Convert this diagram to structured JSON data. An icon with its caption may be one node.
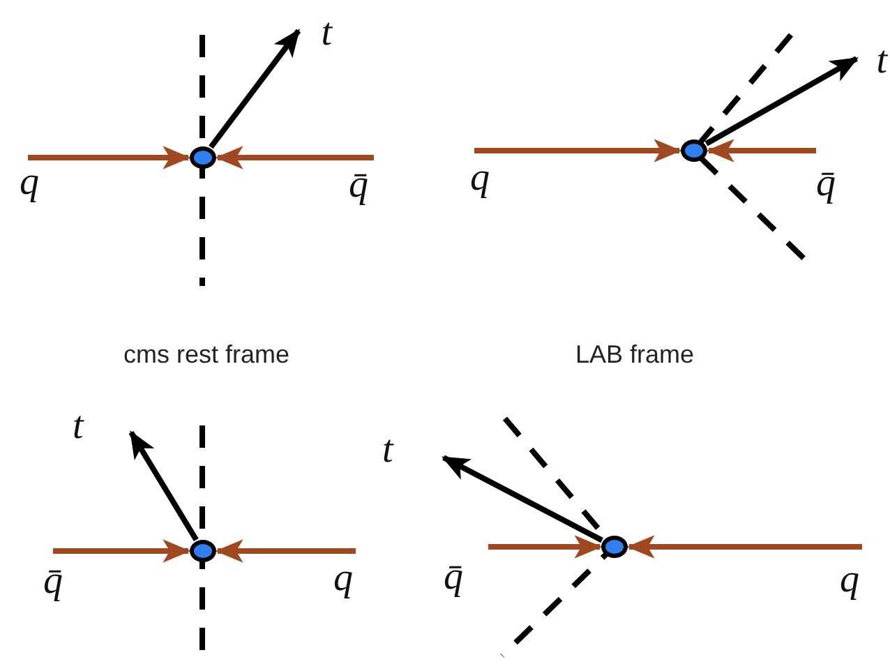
{
  "diagram": {
    "nodes": [
      {
        "text": [],
        "shape": "circle"
      },
      {
        "text": [
          "q"
        ]
      },
      {
        "text": [
          "q̄"
        ]
      },
      {
        "text": [
          "t"
        ]
      },
      {
        "text": [],
        "shape": "circle"
      },
      {
        "text": [
          "q"
        ]
      },
      {
        "text": [
          "q̄"
        ]
      },
      {
        "text": [
          "t"
        ]
      },
      {
        "text": [],
        "shape": "circle"
      },
      {
        "text": [
          "q̄"
        ]
      },
      {
        "text": [
          "q"
        ]
      },
      {
        "text": [
          "t"
        ]
      },
      {
        "text": [],
        "shape": "circle"
      },
      {
        "text": [
          "q̄"
        ]
      },
      {
        "text": [
          "q"
        ]
      },
      {
        "text": [
          "t"
        ]
      }
    ],
    "edges": [
      {
        "from": 1,
        "to": 0,
        "arrow": "to"
      },
      {
        "from": 2,
        "to": 0,
        "arrow": "to"
      },
      {
        "from": 0,
        "to": 3,
        "arrow": "to",
        "color": "#000000"
      },
      {
        "from": 5,
        "to": 4,
        "arrow": "to"
      },
      {
        "from": 6,
        "to": 4,
        "arrow": "to"
      },
      {
        "from": 4,
        "to": 7,
        "arrow": "to",
        "color": "#000000"
      },
      {
        "from": 9,
        "to": 8,
        "arrow": "to"
      },
      {
        "from": 10,
        "to": 8,
        "arrow": "to"
      },
      {
        "from": 8,
        "to": 11,
        "arrow": "to",
        "color": "#000000"
      },
      {
        "from": 13,
        "to": 12,
        "arrow": "to"
      },
      {
        "from": 14,
        "to": 12,
        "arrow": "to"
      },
      {
        "from": 12,
        "to": 15,
        "arrow": "to",
        "color": "#000000"
      }
    ],
    "labels": [
      "cms rest frame",
      "LAB frame"
    ]
  }
}
